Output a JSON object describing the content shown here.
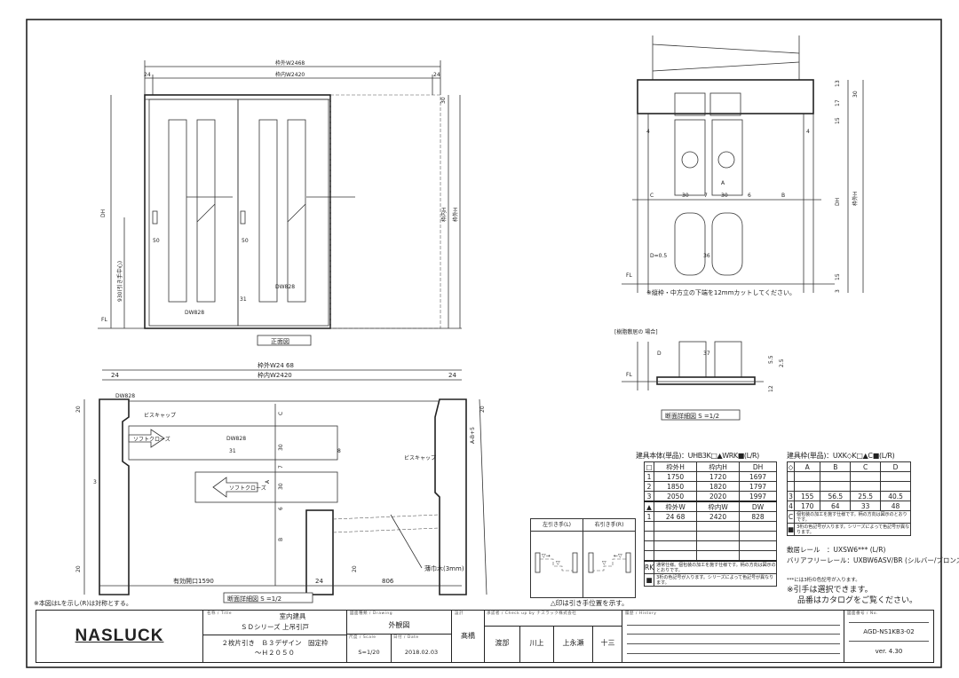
{
  "elevation": {
    "outer_w": "枠外W2468",
    "inner_w": "枠内W2420",
    "margin": "24",
    "dh": "DH",
    "outer_h": "枠外H",
    "inner_h": "枠内H",
    "handle_height": "930(引き手中心)",
    "d50": "50",
    "dw": "DW828",
    "d31": "31",
    "d30": "30",
    "fl": "FL",
    "caption": "正面図"
  },
  "plan": {
    "outer_w": "枠外W24 68",
    "inner_w": "枠内W2420",
    "margin": "24",
    "dw": "DW828",
    "screw_cap": "ビスキャップ",
    "soft_close": "ソフトクローズ",
    "d20": "20",
    "d3": "3",
    "d31": "31",
    "d8": "8",
    "d30": "30",
    "d7": "7",
    "d6": "6",
    "c": "C",
    "a": "A",
    "b": "B",
    "abc": "A-B+5",
    "thin_wood": "薄巾木(3mm)",
    "opening": "有効開口1590",
    "d806": "806",
    "caption": "断面詳細図 S =1/2",
    "note_left": "※本図はLを示し(R)は対称とする。"
  },
  "detail": {
    "d13": "13",
    "d17": "17",
    "d30": "30",
    "d15": "15",
    "d4": "4",
    "c": "C",
    "n30": "30",
    "n7": "7",
    "n6": "6",
    "b": "B",
    "a": "A",
    "dh": "DH",
    "outer_h": "枠外H",
    "d05": "D=0.5",
    "d36": "36",
    "d3": "3",
    "fl": "FL",
    "note": "※縦枠・中方立の下端を12mmカットしてください。",
    "resin_title": "[樹脂敷居の 場合]",
    "d": "D",
    "d37": "37",
    "d55": "5.5",
    "d25": "2.5",
    "d12": "12",
    "caption": "断面詳細図 S =1/2"
  },
  "handle_box": {
    "left": "左引き手(L)",
    "right": "右引き手(R)",
    "note": "△印は引き手位置を示す。"
  },
  "table_body": {
    "title": "建具本体(単品)：UHB3K□▲WRK■(L/R)",
    "header1": [
      "□",
      "枠外H",
      "枠内H",
      "DH"
    ],
    "rows1": [
      [
        "1",
        "1750",
        "1720",
        "1697"
      ],
      [
        "2",
        "1850",
        "1820",
        "1797"
      ],
      [
        "3",
        "2050",
        "2020",
        "1997"
      ]
    ],
    "header2": [
      "▲",
      "枠外W",
      "枠内W",
      "DW"
    ],
    "rows2": [
      [
        "1",
        "24 68",
        "2420",
        "828"
      ]
    ],
    "rk_label": "RK",
    "rk_note": "通常仕様。個包装の加工を施す仕様です。柄の方向は図示のとおりです。",
    "sq_label": "■",
    "sq_note": "3桁の色記号が入ります。シリーズによって色記号が異なります。"
  },
  "table_frame": {
    "title": "建具枠(単品)：UXK◇K□▲C■(L/R)",
    "header": [
      "◇",
      "A",
      "B",
      "C",
      "D"
    ],
    "rows": [
      [
        "3",
        "155",
        "56.5",
        "25.5",
        "40.5"
      ],
      [
        "4",
        "170",
        "64",
        "33",
        "48"
      ]
    ],
    "c_label": "C",
    "c_note": "個包装の加工を施す仕様です。柄の方向は図示のとおりです。",
    "sq_label": "■",
    "sq_note": "3桁の色記号が入ります。シリーズによって色記号が異なります。",
    "rail1": "敷居レール　：UXSW6*** (L/R)",
    "rail2": "バリアフリーレール：UXBW6ASV/BR (シルバー/ブロンズ)",
    "note1": "***には3桁の色記号が入ります。",
    "note2": "※引手は選択できます。",
    "note3": "品番はカタログをご覧ください。"
  },
  "title_block": {
    "logo": "NASLUCK",
    "title_label": "名称 / Title",
    "title1": "室内建具",
    "title2": "ＳＤシリーズ 上吊引戸",
    "title3": "２枚片引き　Ｂ３デザイン　固定枠",
    "title4": "～Ｈ２０５０",
    "drawing_label": "図面種類 / Drawing",
    "drawing": "外観図",
    "scale_label": "尺度 / Scale",
    "scale": "S=1/20",
    "date_label": "日付 / Date",
    "date": "2018.02.03",
    "designer_label": "設計",
    "designer": "髙橋",
    "check_label": "承認者 / Check up by ナスラック株式会社",
    "checkers": [
      "渡部",
      "川上",
      "上永瀬",
      "十三"
    ],
    "history_label": "履歴 / History",
    "no_label": "図面番号 / No.",
    "number": "AGD-NS1KB3-02",
    "version": "ver. 4.30"
  }
}
